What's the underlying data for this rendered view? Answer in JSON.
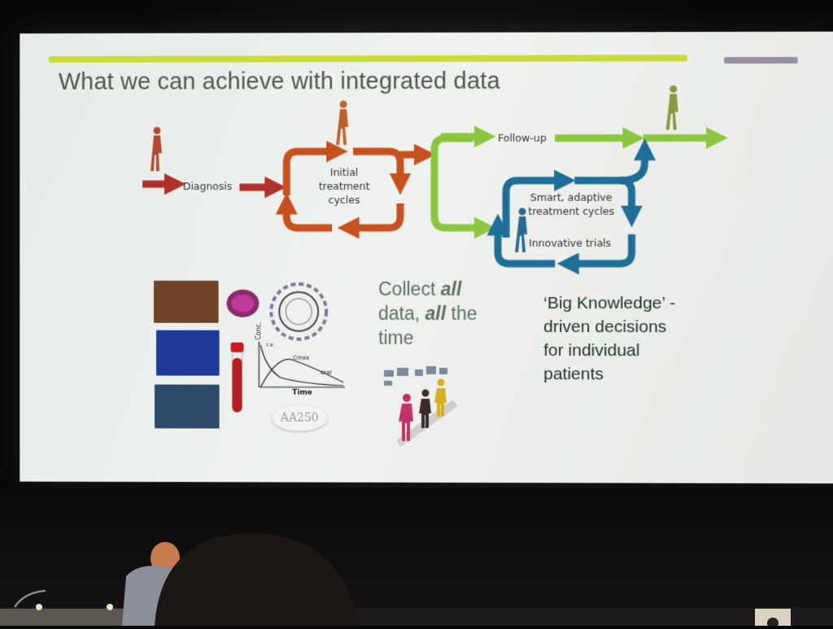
{
  "slide": {
    "title": "What we can achieve with integrated data",
    "accent_color": "#c8dc3c"
  },
  "flow": {
    "diagnosis": "Diagnosis",
    "initial_treatment": "Initial treatment cycles",
    "follow_up": "Follow-up",
    "smart_adaptive": "Smart, adaptive treatment cycles",
    "innovative_trials": "Innovative trials",
    "colors": {
      "diagnosis_arrow": "#b0302a",
      "initial_loop": "#c8501e",
      "follow_up_arrow": "#8cc63e",
      "smart_loop": "#1f6e98"
    }
  },
  "collect": {
    "line1_a": "Collect ",
    "line1_b": "all",
    "line2_a": "data, ",
    "line2_b": "all",
    "line2_c": " the",
    "line3": "time"
  },
  "big_knowledge": {
    "line1": "‘Big Knowledge’ -",
    "line2": "driven decisions",
    "line3": "for individual",
    "line4": "patients"
  },
  "pk_plot": {
    "ylabel": "Conc.",
    "xlabel": "Time",
    "iv_label": "i.v.",
    "cmax_label": "Cmax",
    "oral_label": "oral"
  },
  "pill": {
    "text": "AA250"
  }
}
